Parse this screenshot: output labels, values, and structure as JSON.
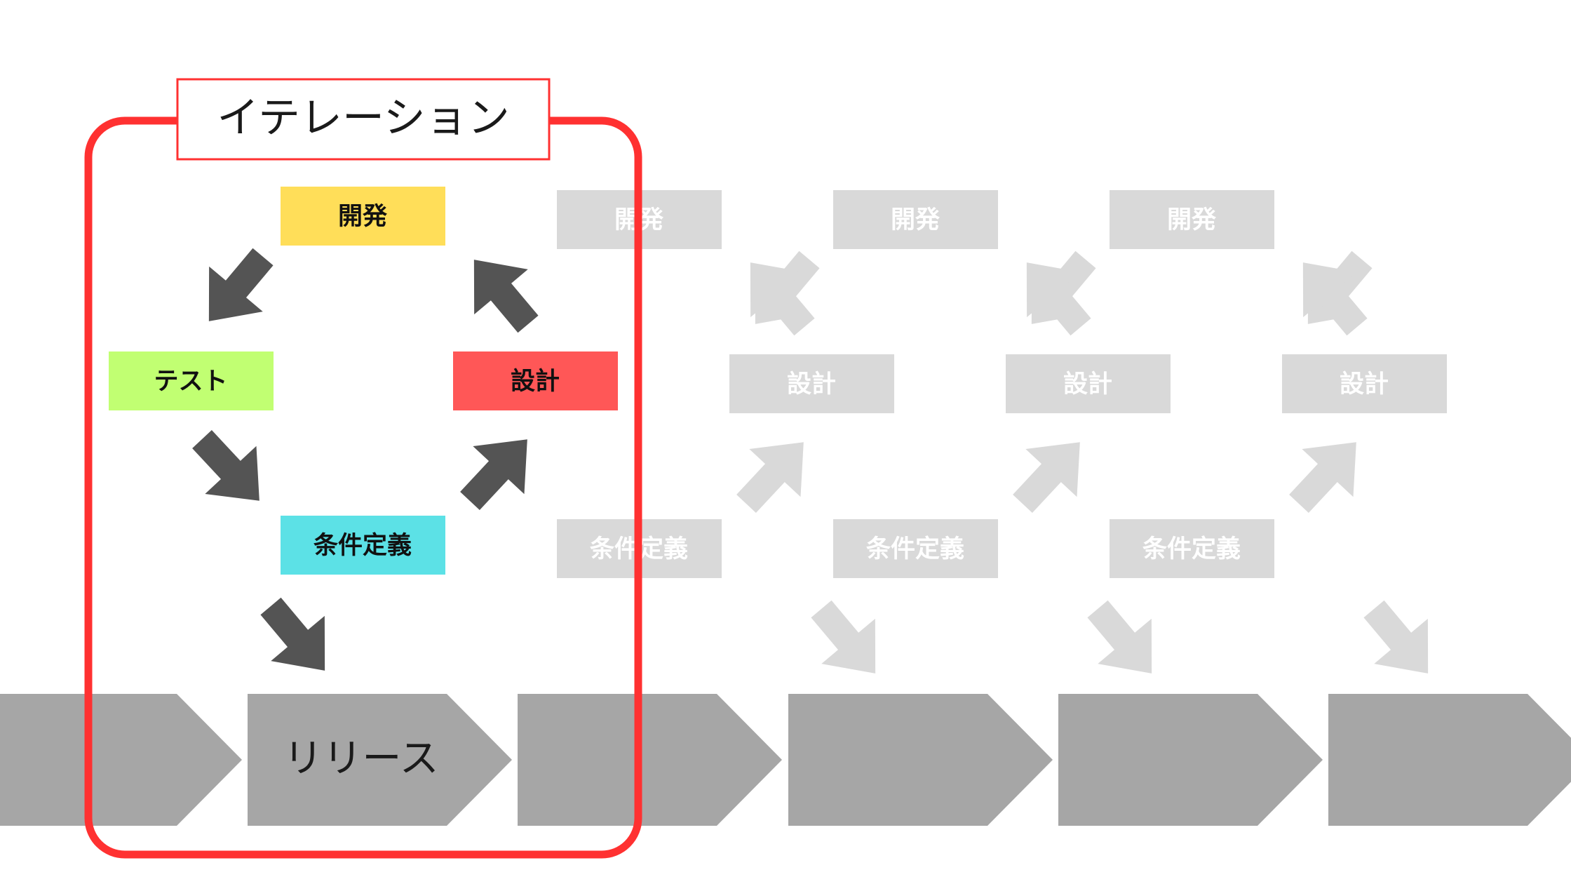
{
  "title": "イテレーション",
  "release_label": "リリース",
  "steps": {
    "dev": "開発",
    "design": "設計",
    "test": "テスト",
    "requirements": "条件定義"
  },
  "ghost_iterations": [
    {
      "dev": "開発",
      "design": "設計",
      "requirements": "条件定義"
    },
    {
      "dev": "開発",
      "design": "設計",
      "requirements": "条件定義"
    },
    {
      "dev": "開発",
      "design": "設計",
      "requirements": "条件定義"
    }
  ],
  "colors": {
    "dev": "#ffde59",
    "design": "#ff5757",
    "test": "#c1ff72",
    "requirements": "#5ce1e6",
    "arrow": "#545454",
    "ghost_box": "#d9d9d9",
    "ghost_text": "#ffffff",
    "timeline": "#a6a6a6",
    "frame": "#ff3131"
  },
  "timeline_segments": 6
}
